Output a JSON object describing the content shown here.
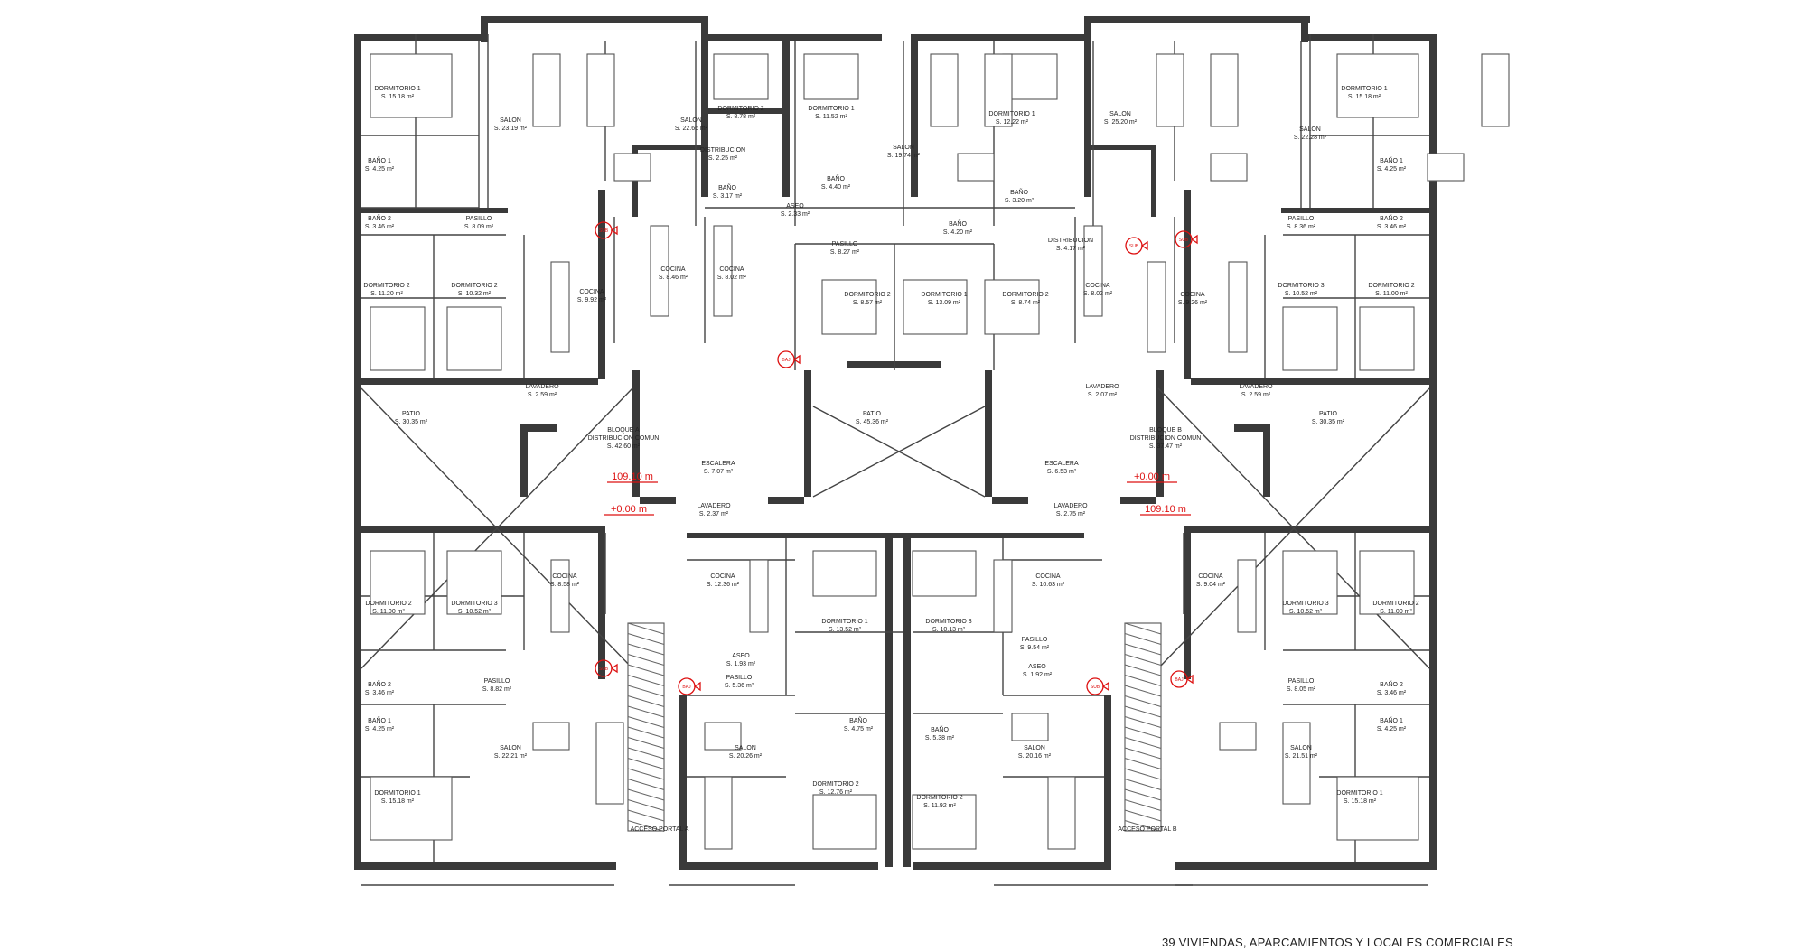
{
  "caption": "39 VIVIENDAS, APARCAMIENTOS Y LOCALES COMERCIALES",
  "colors": {
    "wall": "#3a3a3a",
    "annotation": "#dd1111",
    "background": "#ffffff"
  },
  "levels": [
    "109.10 m",
    "+0.00 m",
    "+0.00 m",
    "109.10 m"
  ],
  "rooms": [
    [
      "DORMITORIO 1",
      "S. 15.18 m²"
    ],
    [
      "SALON",
      "S. 23.19 m²"
    ],
    [
      "SALON",
      "S. 22.66 m²"
    ],
    [
      "DORMITORIO 2",
      "S. 8.78 m²"
    ],
    [
      "DORMITORIO 1",
      "S. 11.52 m²"
    ],
    [
      "SALON",
      "S. 19.74 m²"
    ],
    [
      "DORMITORIO 1",
      "S. 12.22 m²"
    ],
    [
      "SALON",
      "S. 25.20 m²"
    ],
    [
      "SALON",
      "S. 22.28 m²"
    ],
    [
      "DORMITORIO 1",
      "S. 15.18 m²"
    ],
    [
      "BAÑO 1",
      "S. 4.25 m²"
    ],
    [
      "DISTRIBUCION",
      "S. 2.25 m²"
    ],
    [
      "BAÑO",
      "S. 3.17 m²"
    ],
    [
      "BAÑO",
      "S. 4.40 m²"
    ],
    [
      "ASEO",
      "S. 2.33 m²"
    ],
    [
      "BAÑO",
      "S. 4.20 m²"
    ],
    [
      "BAÑO",
      "S. 3.20 m²"
    ],
    [
      "BAÑO 1",
      "S. 4.25 m²"
    ],
    [
      "BAÑO 2",
      "S. 3.46 m²"
    ],
    [
      "PASILLO",
      "S. 8.09 m²"
    ],
    [
      "PASILLO",
      "S. 8.27 m²"
    ],
    [
      "DISTRIBUCION",
      "S. 4.17 m²"
    ],
    [
      "PASILLO",
      "S. 8.36 m²"
    ],
    [
      "BAÑO 2",
      "S. 3.46 m²"
    ],
    [
      "COCINA",
      "S. 8.46 m²"
    ],
    [
      "COCINA",
      "S. 8.02 m²"
    ],
    [
      "DORMITORIO 2",
      "S. 11.20 m²"
    ],
    [
      "DORMITORIO 2",
      "S. 10.32 m²"
    ],
    [
      "COCINA",
      "S. 9.92 m²"
    ],
    [
      "DORMITORIO 2",
      "S. 8.57 m²"
    ],
    [
      "DORMITORIO 1",
      "S. 13.09 m²"
    ],
    [
      "DORMITORIO 2",
      "S. 8.74 m²"
    ],
    [
      "COCINA",
      "S. 8.02 m²"
    ],
    [
      "COCINA",
      "S. 9.26 m²"
    ],
    [
      "DORMITORIO 3",
      "S. 10.52 m²"
    ],
    [
      "DORMITORIO 2",
      "S. 11.00 m²"
    ],
    [
      "LAVADERO",
      "S. 2.59 m²"
    ],
    [
      "LAVADERO",
      "S. 2.07 m²"
    ],
    [
      "LAVADERO",
      "S. 2.59 m²"
    ],
    [
      "PATIO",
      "S. 30.35 m²"
    ],
    [
      "PATIO",
      "S. 45.36 m²"
    ],
    [
      "PATIO",
      "S. 30.35 m²"
    ],
    [
      "BLOQUE A",
      "DISTRIBUCION COMUN"
    ],
    [
      "S. 42.60 m²",
      ""
    ],
    [
      "BLOQUE B",
      "DISTRIBUCION COMUN"
    ],
    [
      "S. 37.47 m²",
      ""
    ],
    [
      "ESCALERA",
      "S. 7.07 m²"
    ],
    [
      "ESCALERA",
      "S. 6.53 m²"
    ],
    [
      "LAVADERO",
      "S. 2.37 m²"
    ],
    [
      "LAVADERO",
      "S. 2.75 m²"
    ],
    [
      "DORMITORIO 2",
      "S. 11.00 m²"
    ],
    [
      "DORMITORIO 3",
      "S. 10.52 m²"
    ],
    [
      "COCINA",
      "S. 8.58 m²"
    ],
    [
      "COCINA",
      "S. 12.36 m²"
    ],
    [
      "DORMITORIO 1",
      "S. 13.52 m²"
    ],
    [
      "DORMITORIO 3",
      "S. 10.13 m²"
    ],
    [
      "COCINA",
      "S. 10.63 m²"
    ],
    [
      "COCINA",
      "S. 9.04 m²"
    ],
    [
      "DORMITORIO 3",
      "S. 10.52 m²"
    ],
    [
      "DORMITORIO 2",
      "S. 11.00 m²"
    ],
    [
      "PASILLO",
      "S. 9.54 m²"
    ],
    [
      "ASEO",
      "S. 1.93 m²"
    ],
    [
      "ASEO",
      "S. 1.92 m²"
    ],
    [
      "PASILLO",
      "S. 5.36 m²"
    ],
    [
      "BAÑO 2",
      "S. 3.46 m²"
    ],
    [
      "PASILLO",
      "S. 8.82 m²"
    ],
    [
      "PASILLO",
      "S. 8.05 m²"
    ],
    [
      "BAÑO 2",
      "S. 3.46 m²"
    ],
    [
      "BAÑO",
      "S. 4.75 m²"
    ],
    [
      "BAÑO",
      "S. 5.38 m²"
    ],
    [
      "BAÑO 1",
      "S. 4.25 m²"
    ],
    [
      "SALON",
      "S. 22.21 m²"
    ],
    [
      "SALON",
      "S. 20.26 m²"
    ],
    [
      "SALON",
      "S. 20.16 m²"
    ],
    [
      "SALON",
      "S. 21.51 m²"
    ],
    [
      "BAÑO 1",
      "S. 4.25 m²"
    ],
    [
      "DORMITORIO 1",
      "S. 15.18 m²"
    ],
    [
      "DORMITORIO 2",
      "S. 12.76 m²"
    ],
    [
      "DORMITORIO 2",
      "S. 11.92 m²"
    ],
    [
      "DORMITORIO 1",
      "S. 15.18 m²"
    ],
    [
      "ACCESO PORTAL A",
      ""
    ],
    [
      "ACCESO PORTAL B",
      ""
    ]
  ],
  "markers": [
    "SUB",
    "BAJ",
    "SUB",
    "SUB",
    "SUB",
    "BAJ",
    "SUB",
    "BAJ"
  ]
}
